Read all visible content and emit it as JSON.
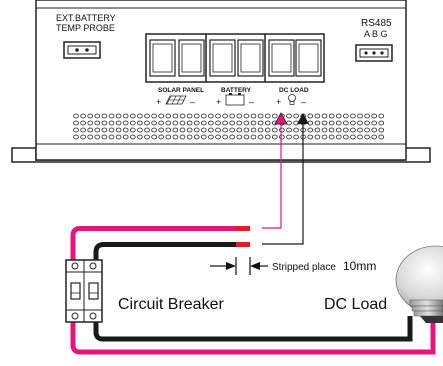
{
  "labels": {
    "ext_battery": "EXT.BATTERY",
    "temp_probe": "TEMP PROBE",
    "rs485": "RS485",
    "abg": "A B G",
    "solar_panel": "SOLAR PANEL",
    "battery": "BATTERY",
    "dc_load": "DC LOAD",
    "plus": "+",
    "minus": "–",
    "stripped_place": "Stripped place",
    "stripped_len": "10mm",
    "circuit_breaker": "Circuit Breaker",
    "dc_load_label": "DC Load"
  },
  "colors": {
    "wire_positive": "#e8137b",
    "wire_negative": "#1a1a1a",
    "wire_tip": "#e0201e",
    "outline": "#222222",
    "bulb_glass": "#d9d9d9"
  },
  "icons": {
    "temp_connector": "two-pin-connector-icon",
    "rs485_connector": "three-pin-connector-icon",
    "solar": "solar-panel-icon",
    "battery": "battery-icon",
    "bulb": "light-bulb-icon"
  }
}
